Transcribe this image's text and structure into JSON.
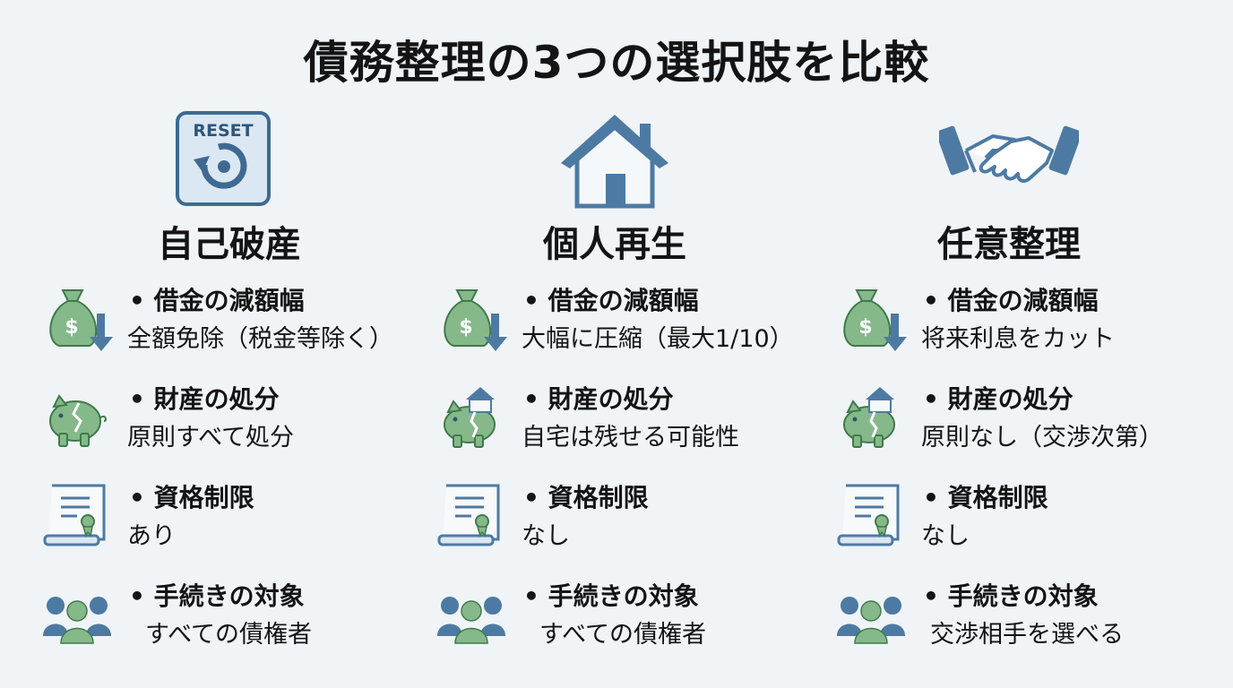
{
  "title": "債務整理の3つの選択肢を比較",
  "colors": {
    "blue": "#4d7aa3",
    "blue_dark": "#2f5678",
    "green": "#86b98a",
    "green_dark": "#3f7a4a"
  },
  "options": [
    {
      "name": "自己破産",
      "hero_icon": "reset-icon",
      "hero_text": "RESET",
      "items": [
        {
          "icon": "money-bag-down-icon",
          "label": "借金の減額幅",
          "value": "全額免除（税金等除く）"
        },
        {
          "icon": "piggy-bank-broken-icon",
          "label": "財産の処分",
          "value": "原則すべて処分"
        },
        {
          "icon": "certificate-scroll-icon",
          "label": "資格制限",
          "value": "あり"
        },
        {
          "icon": "people-group-icon",
          "label": "手続きの対象",
          "value": "すべての債権者"
        }
      ]
    },
    {
      "name": "個人再生",
      "hero_icon": "house-icon",
      "items": [
        {
          "icon": "money-bag-down-icon",
          "label": "借金の減額幅",
          "value": "大幅に圧縮（最大1/10）"
        },
        {
          "icon": "piggy-bank-house-icon",
          "label": "財産の処分",
          "value": "自宅は残せる可能性"
        },
        {
          "icon": "certificate-scroll-icon",
          "label": "資格制限",
          "value": "なし"
        },
        {
          "icon": "people-group-icon",
          "label": "手続きの対象",
          "value": "すべての債権者"
        }
      ]
    },
    {
      "name": "任意整理",
      "hero_icon": "handshake-icon",
      "items": [
        {
          "icon": "money-bag-down-icon",
          "label": "借金の減額幅",
          "value": "将来利息をカット"
        },
        {
          "icon": "piggy-bank-house-icon",
          "label": "財産の処分",
          "value": "原則なし（交渉次第）"
        },
        {
          "icon": "certificate-scroll-icon",
          "label": "資格制限",
          "value": "なし"
        },
        {
          "icon": "people-group-icon",
          "label": "手続きの対象",
          "value": "交渉相手を選べる"
        }
      ]
    }
  ]
}
